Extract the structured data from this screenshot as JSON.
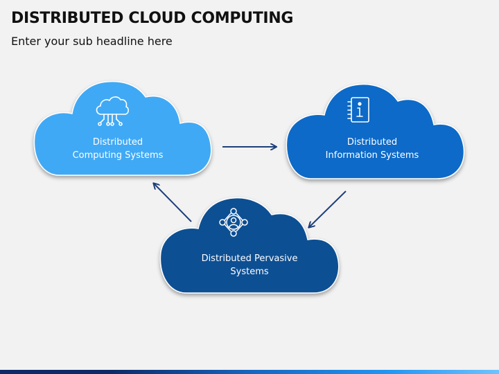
{
  "header": {
    "title": "DISTRIBUTED CLOUD COMPUTING",
    "subtitle": "Enter your sub headline here"
  },
  "clouds": [
    {
      "line1": "Distributed",
      "line2": "Computing Systems",
      "color": "#3fa9f5",
      "icon": "cloud-network-icon"
    },
    {
      "line1": "Distributed",
      "line2": "Information Systems",
      "color": "#0b6ac8",
      "icon": "info-notebook-icon"
    },
    {
      "line1": "Distributed Pervasive",
      "line2": "Systems",
      "color": "#0b4f93",
      "icon": "connected-user-icon"
    }
  ],
  "colors": {
    "arrow": "#1f3f7a",
    "background": "#f2f2f2"
  }
}
